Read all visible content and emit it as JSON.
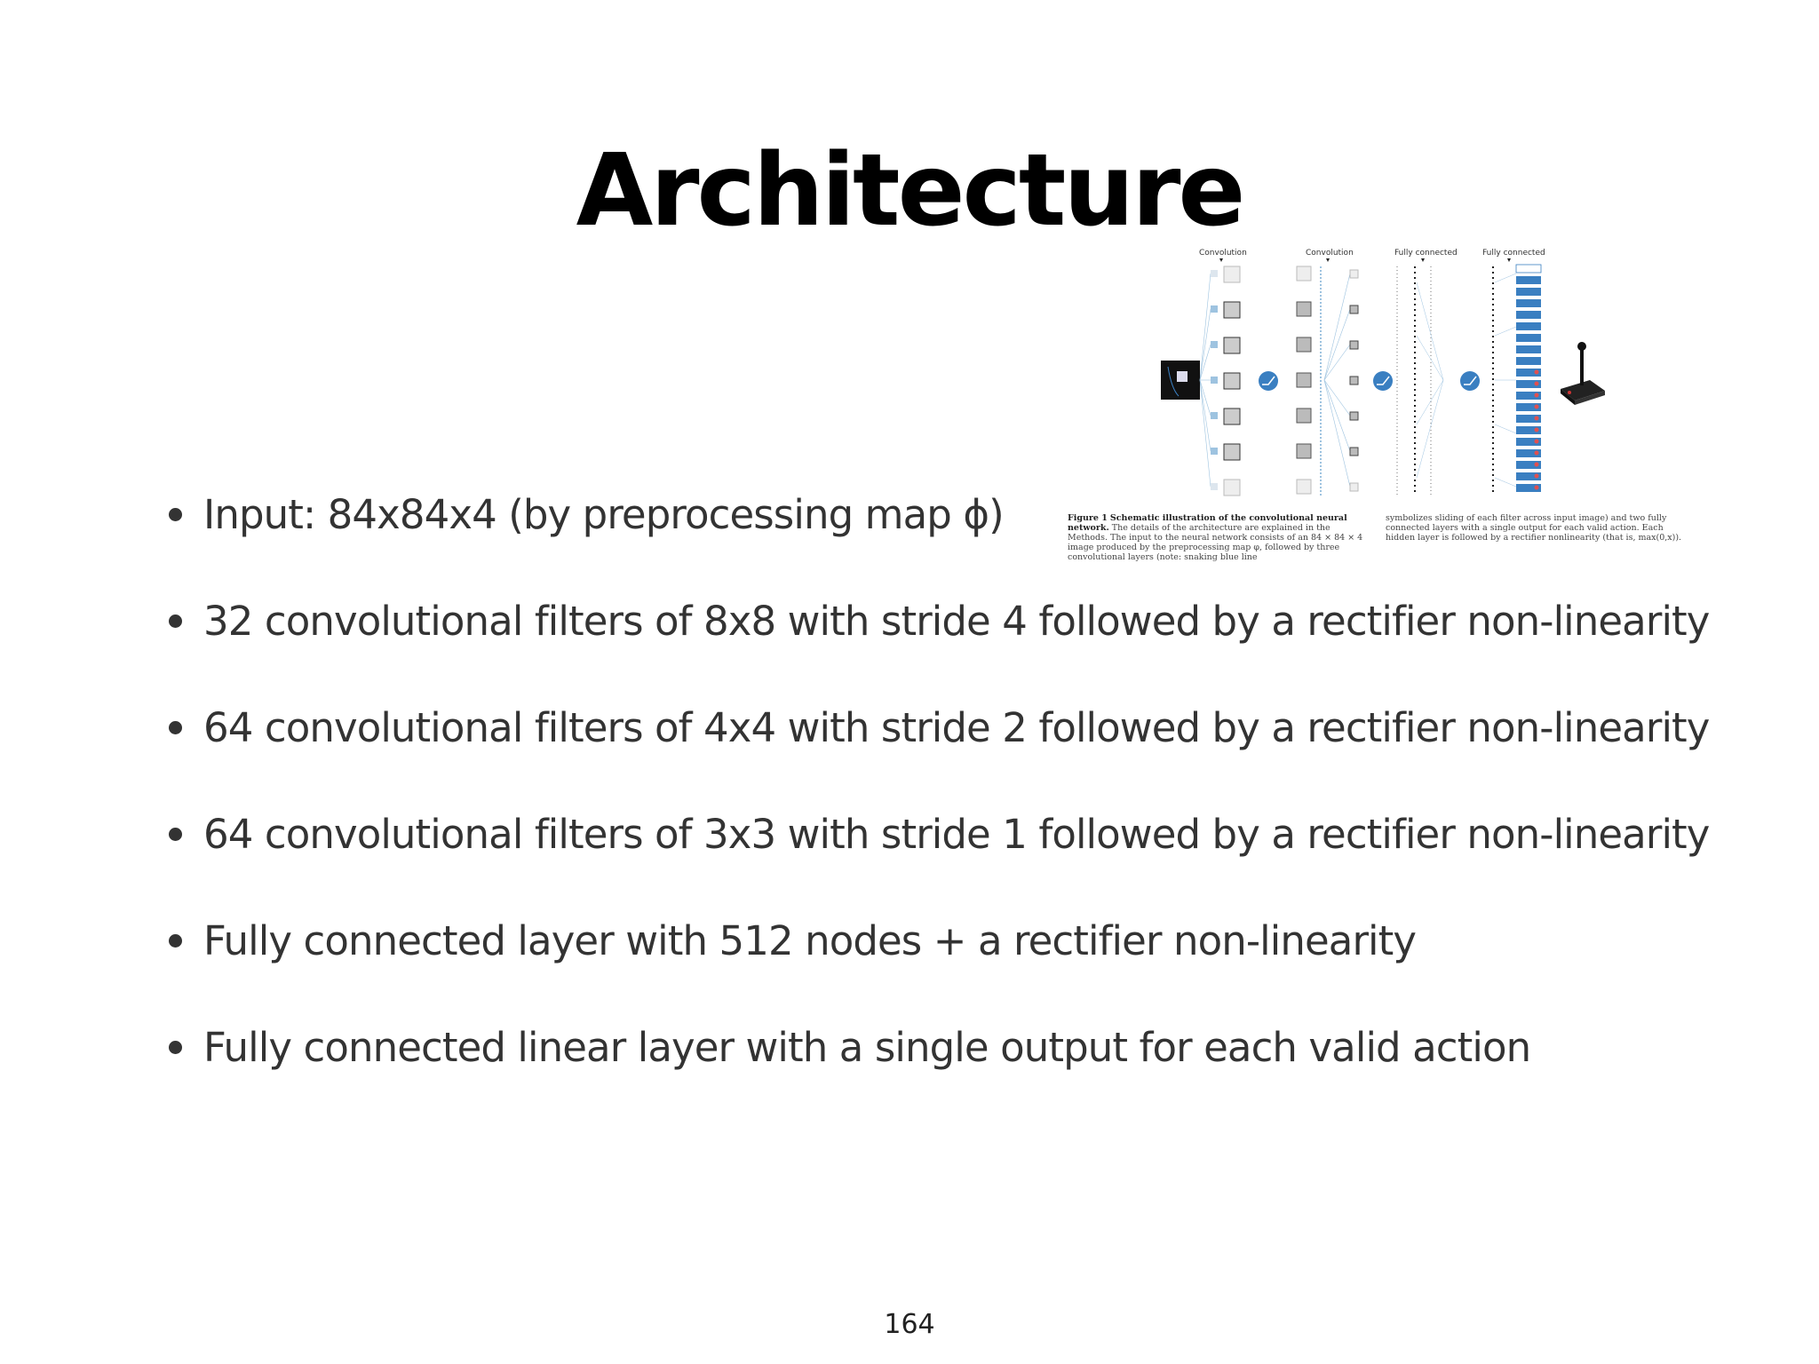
{
  "slide": {
    "title": "Architecture",
    "bullets": [
      "Input: 84x84x4 (by preprocessing map ϕ)",
      "32 convolutional filters of 8x8 with stride 4 followed by a rectifier non-linearity",
      "64 convolutional filters of 4x4 with stride 2 followed by a rectifier non-linearity",
      "64 convolutional filters of 3x3 with stride 1 followed by a rectifier non-linearity",
      "Fully connected layer with 512 nodes + a rectifier non-linearity",
      "Fully connected linear layer with a single output for each valid action"
    ],
    "page_number": "164"
  },
  "figure": {
    "stage_labels": [
      "Convolution",
      "Convolution",
      "Fully connected",
      "Fully connected"
    ],
    "caption_label": "Figure 1",
    "caption_title": "Schematic illustration of the convolutional neural network.",
    "caption_left": "The details of the architecture are explained in the Methods. The input to the neural network consists of an 84 × 84 × 4 image produced by the preprocessing map φ, followed by three convolutional layers (note: snaking blue line",
    "caption_right": "symbolizes sliding of each filter across input image) and two fully connected layers with a single output for each valid action. Each hidden layer is followed by a rectifier nonlinearity (that is, max(0,x)).",
    "colors": {
      "accent_blue": "#3a7fc1",
      "line_blue": "#9ec3e0",
      "box_gray": "#bcbcbc"
    }
  }
}
